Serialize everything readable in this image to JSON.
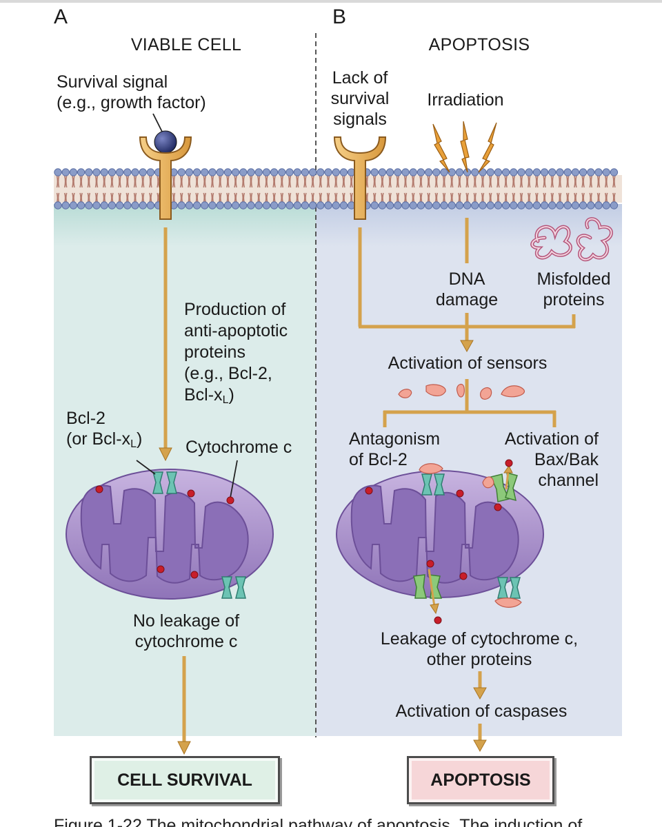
{
  "panels": {
    "a": {
      "letter": "A",
      "title": "VIABLE CELL",
      "survival_signal": [
        "Survival signal",
        "(e.g., growth factor)"
      ],
      "production": [
        "Production of",
        "anti-apoptotic",
        "proteins",
        "(e.g., Bcl-2,",
        "Bcl-x"
      ],
      "production_sub": "L",
      "production_close": ")",
      "bcl2": [
        "Bcl-2",
        "(or Bcl-x"
      ],
      "bcl2_sub": "L",
      "bcl2_close": ")",
      "cytochrome": "Cytochrome c",
      "no_leakage": [
        "No leakage of",
        "cytochrome c"
      ],
      "outcome": "CELL SURVIVAL"
    },
    "b": {
      "letter": "B",
      "title": "APOPTOSIS",
      "lack": [
        "Lack of",
        "survival",
        "signals"
      ],
      "irradiation": "Irradiation",
      "dna_damage": [
        "DNA",
        "damage"
      ],
      "misfolded": [
        "Misfolded",
        "proteins"
      ],
      "sensors": "Activation of sensors",
      "antagonism": [
        "Antagonism",
        "of Bcl-2"
      ],
      "bax": [
        "Activation of",
        "Bax/Bak",
        "channel"
      ],
      "leakage": [
        "Leakage of cytochrome c,",
        "other proteins"
      ],
      "caspases": "Activation of caspases",
      "outcome": "APOPTOSIS"
    }
  },
  "caption": "Figure 1-22 The mitochondrial pathway of apoptosis. The induction of",
  "colors": {
    "panel_a_bg": "#dcecea",
    "panel_b_bg": "#dde3ef",
    "arrow": "#d4a24c",
    "arrow_stroke": "#a97422",
    "receptor": "#e9b25c",
    "membrane_head": "#8a9cc8",
    "mito_outer": "#a48ac6",
    "mito_inner": "#8a70b4",
    "cyto_dot": "#c81e2a",
    "survival_box": "#dff0e6",
    "apoptosis_box": "#f6d6d8"
  }
}
